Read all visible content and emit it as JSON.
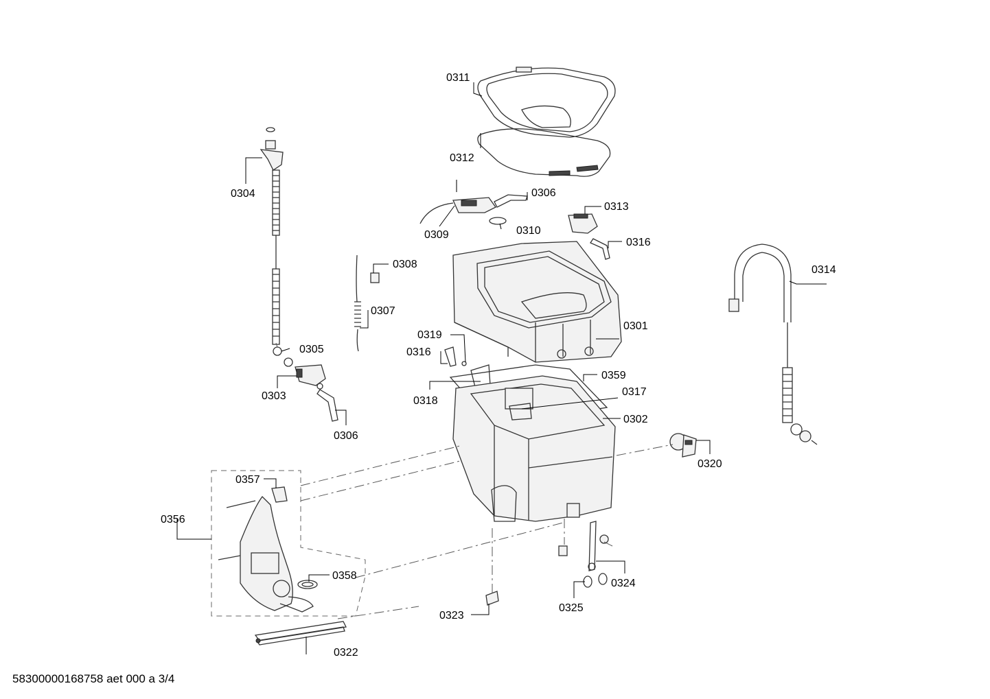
{
  "labels": {
    "p0301": "0301",
    "p0302": "0302",
    "p0303": "0303",
    "p0304": "0304",
    "p0305": "0305",
    "p0306a": "0306",
    "p0306b": "0306",
    "p0307": "0307",
    "p0308": "0308",
    "p0309": "0309",
    "p0310": "0310",
    "p0311": "0311",
    "p0312": "0312",
    "p0313": "0313",
    "p0314": "0314",
    "p0316a": "0316",
    "p0316b": "0316",
    "p0317": "0317",
    "p0318": "0318",
    "p0319": "0319",
    "p0320": "0320",
    "p0322": "0322",
    "p0323": "0323",
    "p0324": "0324",
    "p0325": "0325",
    "p0356": "0356",
    "p0357": "0357",
    "p0358": "0358",
    "p0359": "0359"
  },
  "footer": "58300000168758 aet 000 a 3/4"
}
